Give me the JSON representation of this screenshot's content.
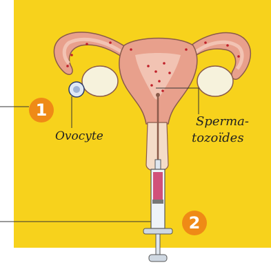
{
  "colors": {
    "background": "#f7d21c",
    "badge": "#ef8a16",
    "uterus": "#e8a08c",
    "uterus_inner": "#f2c3b3",
    "outline": "#8a5a4a",
    "dots": "#c0202a",
    "ovary": "#f6f2dc",
    "syringe_fluid": "#d1507a",
    "syringe_glass": "#eef3f8"
  },
  "labels": {
    "ovocyte": "Ovocyte",
    "spermatozoides_line1": "Sperma-",
    "spermatozoides_line2": "tozoïdes"
  },
  "steps": {
    "first": "1",
    "second": "2"
  }
}
